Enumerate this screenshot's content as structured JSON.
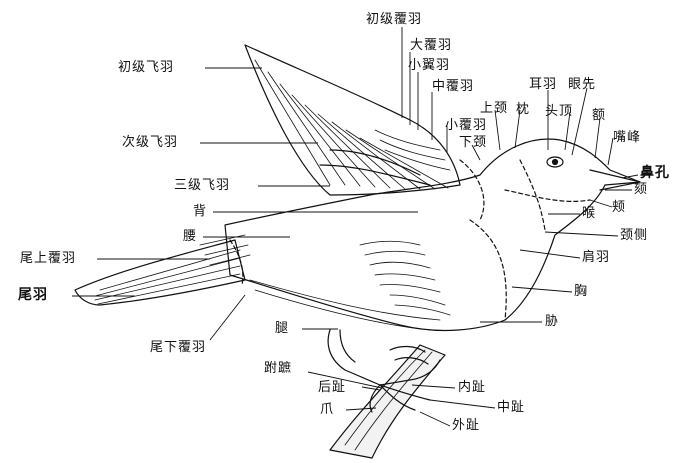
{
  "labels": {
    "primary_coverts": "初级覆羽",
    "greater_coverts": "大覆羽",
    "lesser_alula": "小翼羽",
    "median_coverts": "中覆羽",
    "lesser_coverts": "小覆羽",
    "hind_neck": "下颈",
    "upper_neck": "上颈",
    "occiput": "枕",
    "ear_coverts": "耳羽",
    "lores": "眼先",
    "crown": "头顶",
    "forehead": "额",
    "culmen": "嘴峰",
    "nostril": "鼻孔",
    "cheek": "颊",
    "chin": "颏",
    "throat": "喉",
    "side_of_neck": "颈侧",
    "scapulars": "肩羽",
    "breast": "胸",
    "flank": "胁",
    "primaries": "初级飞羽",
    "secondaries": "次级飞羽",
    "tertials": "三级飞羽",
    "back": "背",
    "rump": "腰",
    "uppertail_coverts": "尾上覆羽",
    "tail": "尾羽",
    "undertail_coverts": "尾下覆羽",
    "thigh": "腿",
    "tarsus": "跗蹠",
    "hind_toe": "后趾",
    "claw": "爪",
    "inner_toe": "内趾",
    "middle_toe": "中趾",
    "outer_toe": "外趾"
  }
}
